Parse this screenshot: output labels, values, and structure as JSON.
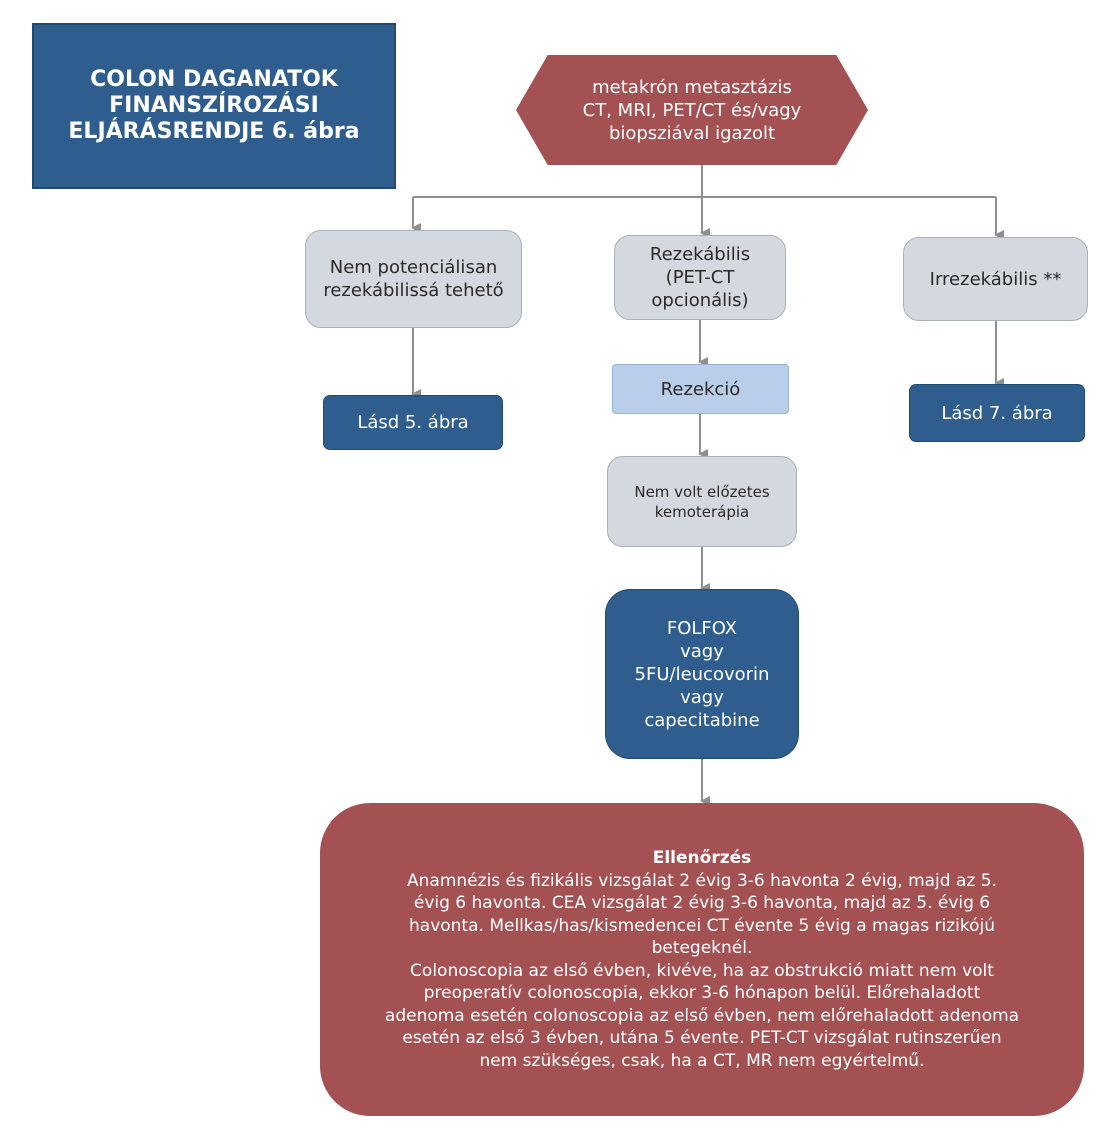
{
  "title": "COLON DAGANATOK\nFINANSZÍROZÁSI\nELJÁRÁSRENDJE 6. ábra",
  "start": "metakrón metasztázis\nCT, MRI, PET/CT és/vagy\nbiopsziával igazolt",
  "branches": {
    "not_potentially": "Nem potenciálisan\nrezekábilissá tehető",
    "resectable": "Rezekábilis\n(PET-CT\nopcionális)",
    "irresectable": "Irrezekábilis **"
  },
  "see5": "Lásd 5. ábra",
  "see7": "Lásd 7. ábra",
  "resection": "Rezekció",
  "no_chemo": "Nem volt előzetes\nkemoterápia",
  "chemo": "FOLFOX\nvagy\n5FU/leucovorin\nvagy\ncapecitabine",
  "control": {
    "title": "Ellenőrzés",
    "body": "Anamnézis és fizikális vizsgálat 2 évig 3-6 havonta 2 évig, majd az 5.\névig 6 havonta. CEA vizsgálat  2 évig 3-6 havonta, majd az 5. évig 6\nhavonta. Mellkas/has/kismedencei CT évente 5 évig a magas rizikójú\nbetegeknél.\n   Colonoscopia az első évben, kivéve, ha az obstrukció miatt nem volt\npreoperatív colonoscopia, ekkor 3-6 hónapon belül. Előrehaladott\nadenoma esetén colonoscopia az első évben, nem előrehaladott adenoma\nesetén az első 3 évben, utána 5 évente. PET-CT vizsgálat rutinszerűen\nnem szükséges, csak, ha a CT, MR nem egyértelmű."
  },
  "colors": {
    "dark_blue": "#2f5e8e",
    "red": "#a35152",
    "grey": "#d4d9df",
    "light_blue": "#b9cfe9",
    "edge": "#8f8f8f"
  }
}
